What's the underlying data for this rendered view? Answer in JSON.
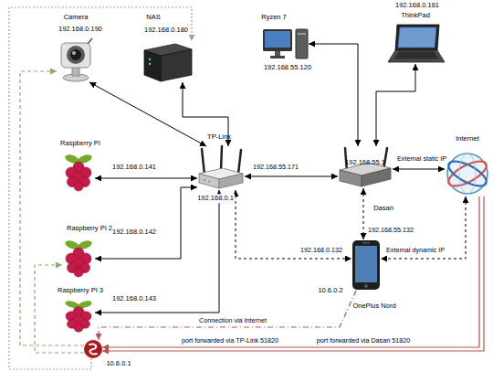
{
  "diagram": {
    "nodes": [
      {
        "text": [
          "Camera",
          "192.168.0.190"
        ]
      },
      {
        "text": [
          "NAS",
          "192.168.0.180"
        ]
      },
      {
        "text": [
          "Ryzen 7",
          "192.168.55.120"
        ]
      },
      {
        "text": [
          "192.168.0.161",
          "ThinkPad"
        ]
      },
      {
        "text": [
          "Raspberry PI",
          "192.168.0.141"
        ]
      },
      {
        "text": [
          "TP-Link",
          "192.168.0.1"
        ]
      },
      {
        "text": [
          "192.168.55.1",
          "Dasan"
        ]
      },
      {
        "text": [
          "Internet"
        ]
      },
      {
        "text": [
          "Raspberry PI 2",
          "192.168.0.142"
        ]
      },
      {
        "text": [
          "OnePlus Nord",
          "10.6.0.2"
        ]
      },
      {
        "text": [
          "Raspberry PI 3",
          "192.168.0.143"
        ]
      },
      {
        "text": [
          "10.6.0.1"
        ]
      }
    ],
    "edges": [
      {
        "from": 5,
        "to": 0,
        "arrow": "both"
      },
      {
        "from": 5,
        "to": 1,
        "arrow": "both"
      },
      {
        "from": 5,
        "to": 4,
        "arrow": "both"
      },
      {
        "from": 5,
        "to": 8,
        "arrow": "both"
      },
      {
        "from": 5,
        "to": 10,
        "arrow": "both"
      },
      {
        "from": 5,
        "to": 6,
        "label": "192.168.55.171",
        "arrow": "both"
      },
      {
        "from": 6,
        "to": 2,
        "arrow": "both"
      },
      {
        "from": 6,
        "to": 3,
        "arrow": "both"
      },
      {
        "from": 6,
        "to": 7,
        "label": "External static IP",
        "arrow": "both"
      },
      {
        "from": 6,
        "to": 9,
        "label": "192.168.55.132",
        "arrow": "both"
      },
      {
        "from": 5,
        "to": 9,
        "label": "192.168.0.132",
        "arrow": "both"
      },
      {
        "from": 7,
        "to": 9,
        "label": "External dynamic IP",
        "arrow": "both"
      },
      {
        "from": 9,
        "to": 11,
        "label": "Connection via Internet",
        "arrow": "to"
      },
      {
        "from": 7,
        "to": 11,
        "label": "port forwarded via TP-Link 51820",
        "arrow": "to"
      },
      {
        "from": 7,
        "to": 11,
        "label": "port forwarded via Dasan 51820",
        "arrow": "to"
      },
      {
        "from": 11,
        "to": 0,
        "arrow": "to"
      },
      {
        "from": 11,
        "to": 8,
        "arrow": "to"
      },
      {
        "from": 11,
        "to": 1,
        "arrow": "to"
      }
    ]
  }
}
